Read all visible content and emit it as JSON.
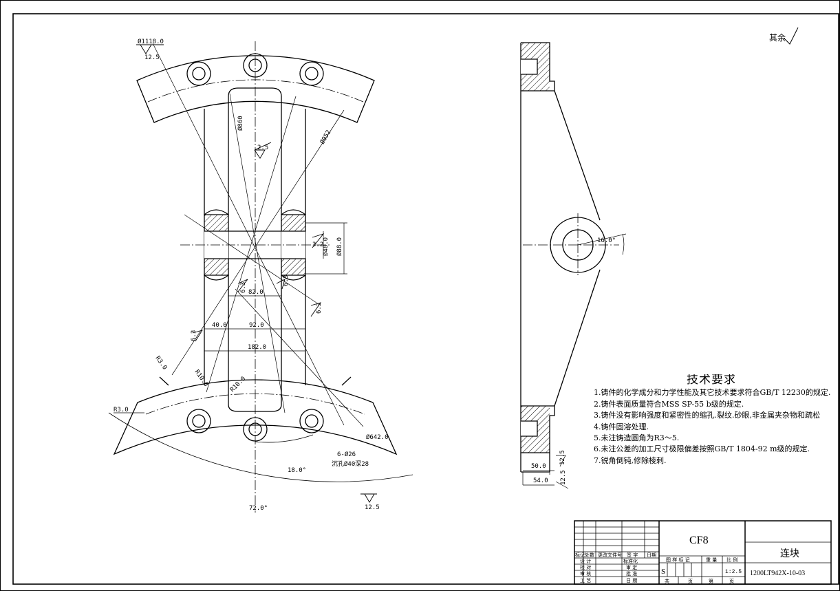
{
  "drawing": {
    "other_roughness": "其余",
    "front_view": {
      "dims": {
        "d_outer": "Ø1118.0",
        "d_860": "Ø860",
        "d_952": "Ø952",
        "d_642": "Ø642.0",
        "d_48": "Ø48.0",
        "d_88": "Ø88.0",
        "w_82": "82.0",
        "w_40": "40.0",
        "w_92": "92.0",
        "w_182": "182.0",
        "r_3_left": "R3.0",
        "r_3_bottom": "R3.0",
        "r_10_a": "R10.0",
        "r_10_b": "R10.0",
        "angle_18": "18.0°",
        "angle_72": "72.0°",
        "holes": "6-Ø26",
        "counterbore": "沉孔Ø40深28"
      },
      "roughness": {
        "r_12_5_top": "12.5",
        "r_2_5": "2.5",
        "r_3_2": "3.2",
        "r_6_3_a": "6.3",
        "r_6_3_b": "6.3",
        "r_6_3_c": "6.3",
        "r_6_3_d": "6.3",
        "r_12_5_bottom": "12.5"
      }
    },
    "side_view": {
      "dims": {
        "angle_16": "16.0°",
        "w_50": "50.0",
        "w_54": "54.0"
      },
      "roughness": {
        "r_12_5_a": "12.5",
        "r_12_5_b": "12.5"
      }
    }
  },
  "tech_requirements": {
    "title": "技术要求",
    "items": [
      "1.铸件的化学成分和力学性能及其它技术要求符合GB/T 12230的规定.",
      "2.铸件表面质量符合MSS SP-55 b级的规定.",
      "3.铸件没有影响强度和紧密性的缩孔.裂纹.砂眼,非金属夹杂物和疏松",
      "4.铸件固溶处理.",
      "5.未注铸造圆角为R3～5.",
      "6.未注公差的加工尺寸极限偏差按照GB/T 1804-92 m级的规定.",
      "7.锐角倒钝,修除棱刺."
    ]
  },
  "title_block": {
    "material": "CF8",
    "part_name": "连块",
    "drawing_no": "1200LT942X-10-03",
    "stage_mark": "S",
    "scale": "1:2.5",
    "labels": {
      "mark": "标记",
      "count": "处数",
      "change_doc": "更改文件号",
      "signature": "签 字",
      "date": "日期",
      "design": "设 计",
      "check": "校 对",
      "review": "审 核",
      "process": "工 艺",
      "standardize": "标准化",
      "audit": "审 定",
      "approve": "批 准",
      "date2": "日 期",
      "pattern_mark": "图 样 标 记",
      "weight": "重 量",
      "ratio": "比 例",
      "total": "共",
      "sheet": "页",
      "no": "第",
      "page": "页"
    }
  }
}
